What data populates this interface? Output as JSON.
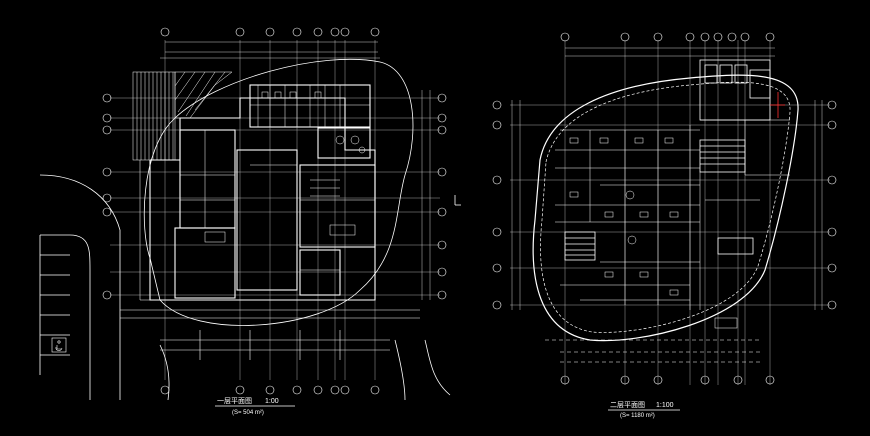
{
  "drawing": {
    "background": "#000000",
    "line_color": "#ffffff",
    "accent_color": "#ff3030",
    "left_plan": {
      "title": "一层平面图",
      "scale": "1:00",
      "area": "(S= 504 m²)"
    },
    "right_plan": {
      "title": "二层平面图",
      "scale": "1:100",
      "area": "(S= 1180 m²)"
    },
    "icons": [
      "accessible-parking-icon"
    ]
  }
}
